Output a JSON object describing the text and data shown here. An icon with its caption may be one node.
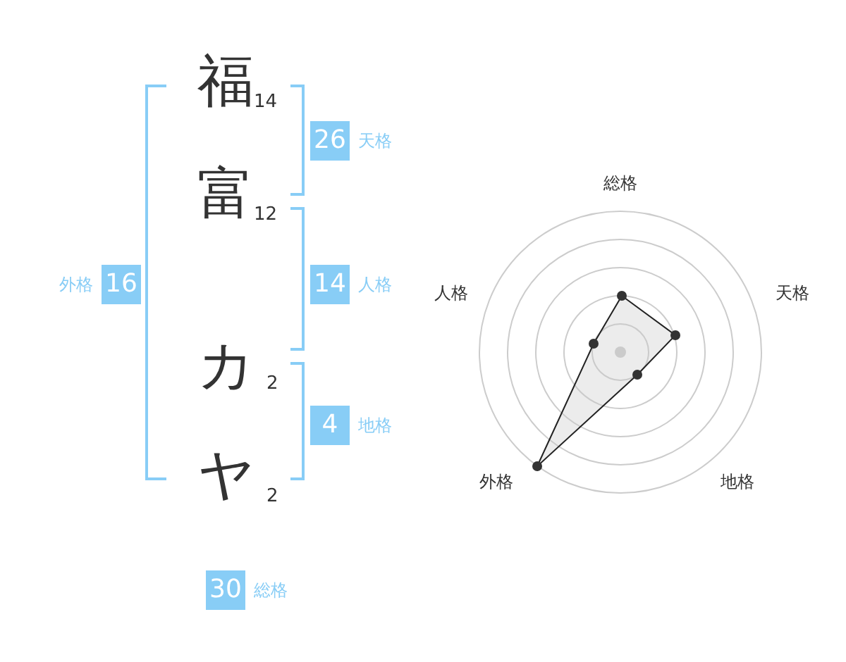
{
  "diagram": {
    "nodes": [
      {
        "text": [
          "26"
        ],
        "beside": [
          "天格"
        ]
      },
      {
        "text": [
          "16"
        ],
        "beside": [
          "外格"
        ]
      },
      {
        "text": [
          "14"
        ],
        "beside": [
          "人格"
        ]
      },
      {
        "text": [
          "4"
        ],
        "beside": [
          "地格"
        ]
      },
      {
        "text": [
          "30"
        ],
        "beside": [
          "総格"
        ]
      }
    ],
    "labels": [
      "福",
      "14",
      "富",
      "12",
      "カ",
      "2",
      "ヤ",
      "2",
      "総格",
      "人格",
      "天格",
      "外格",
      "地格"
    ]
  }
}
